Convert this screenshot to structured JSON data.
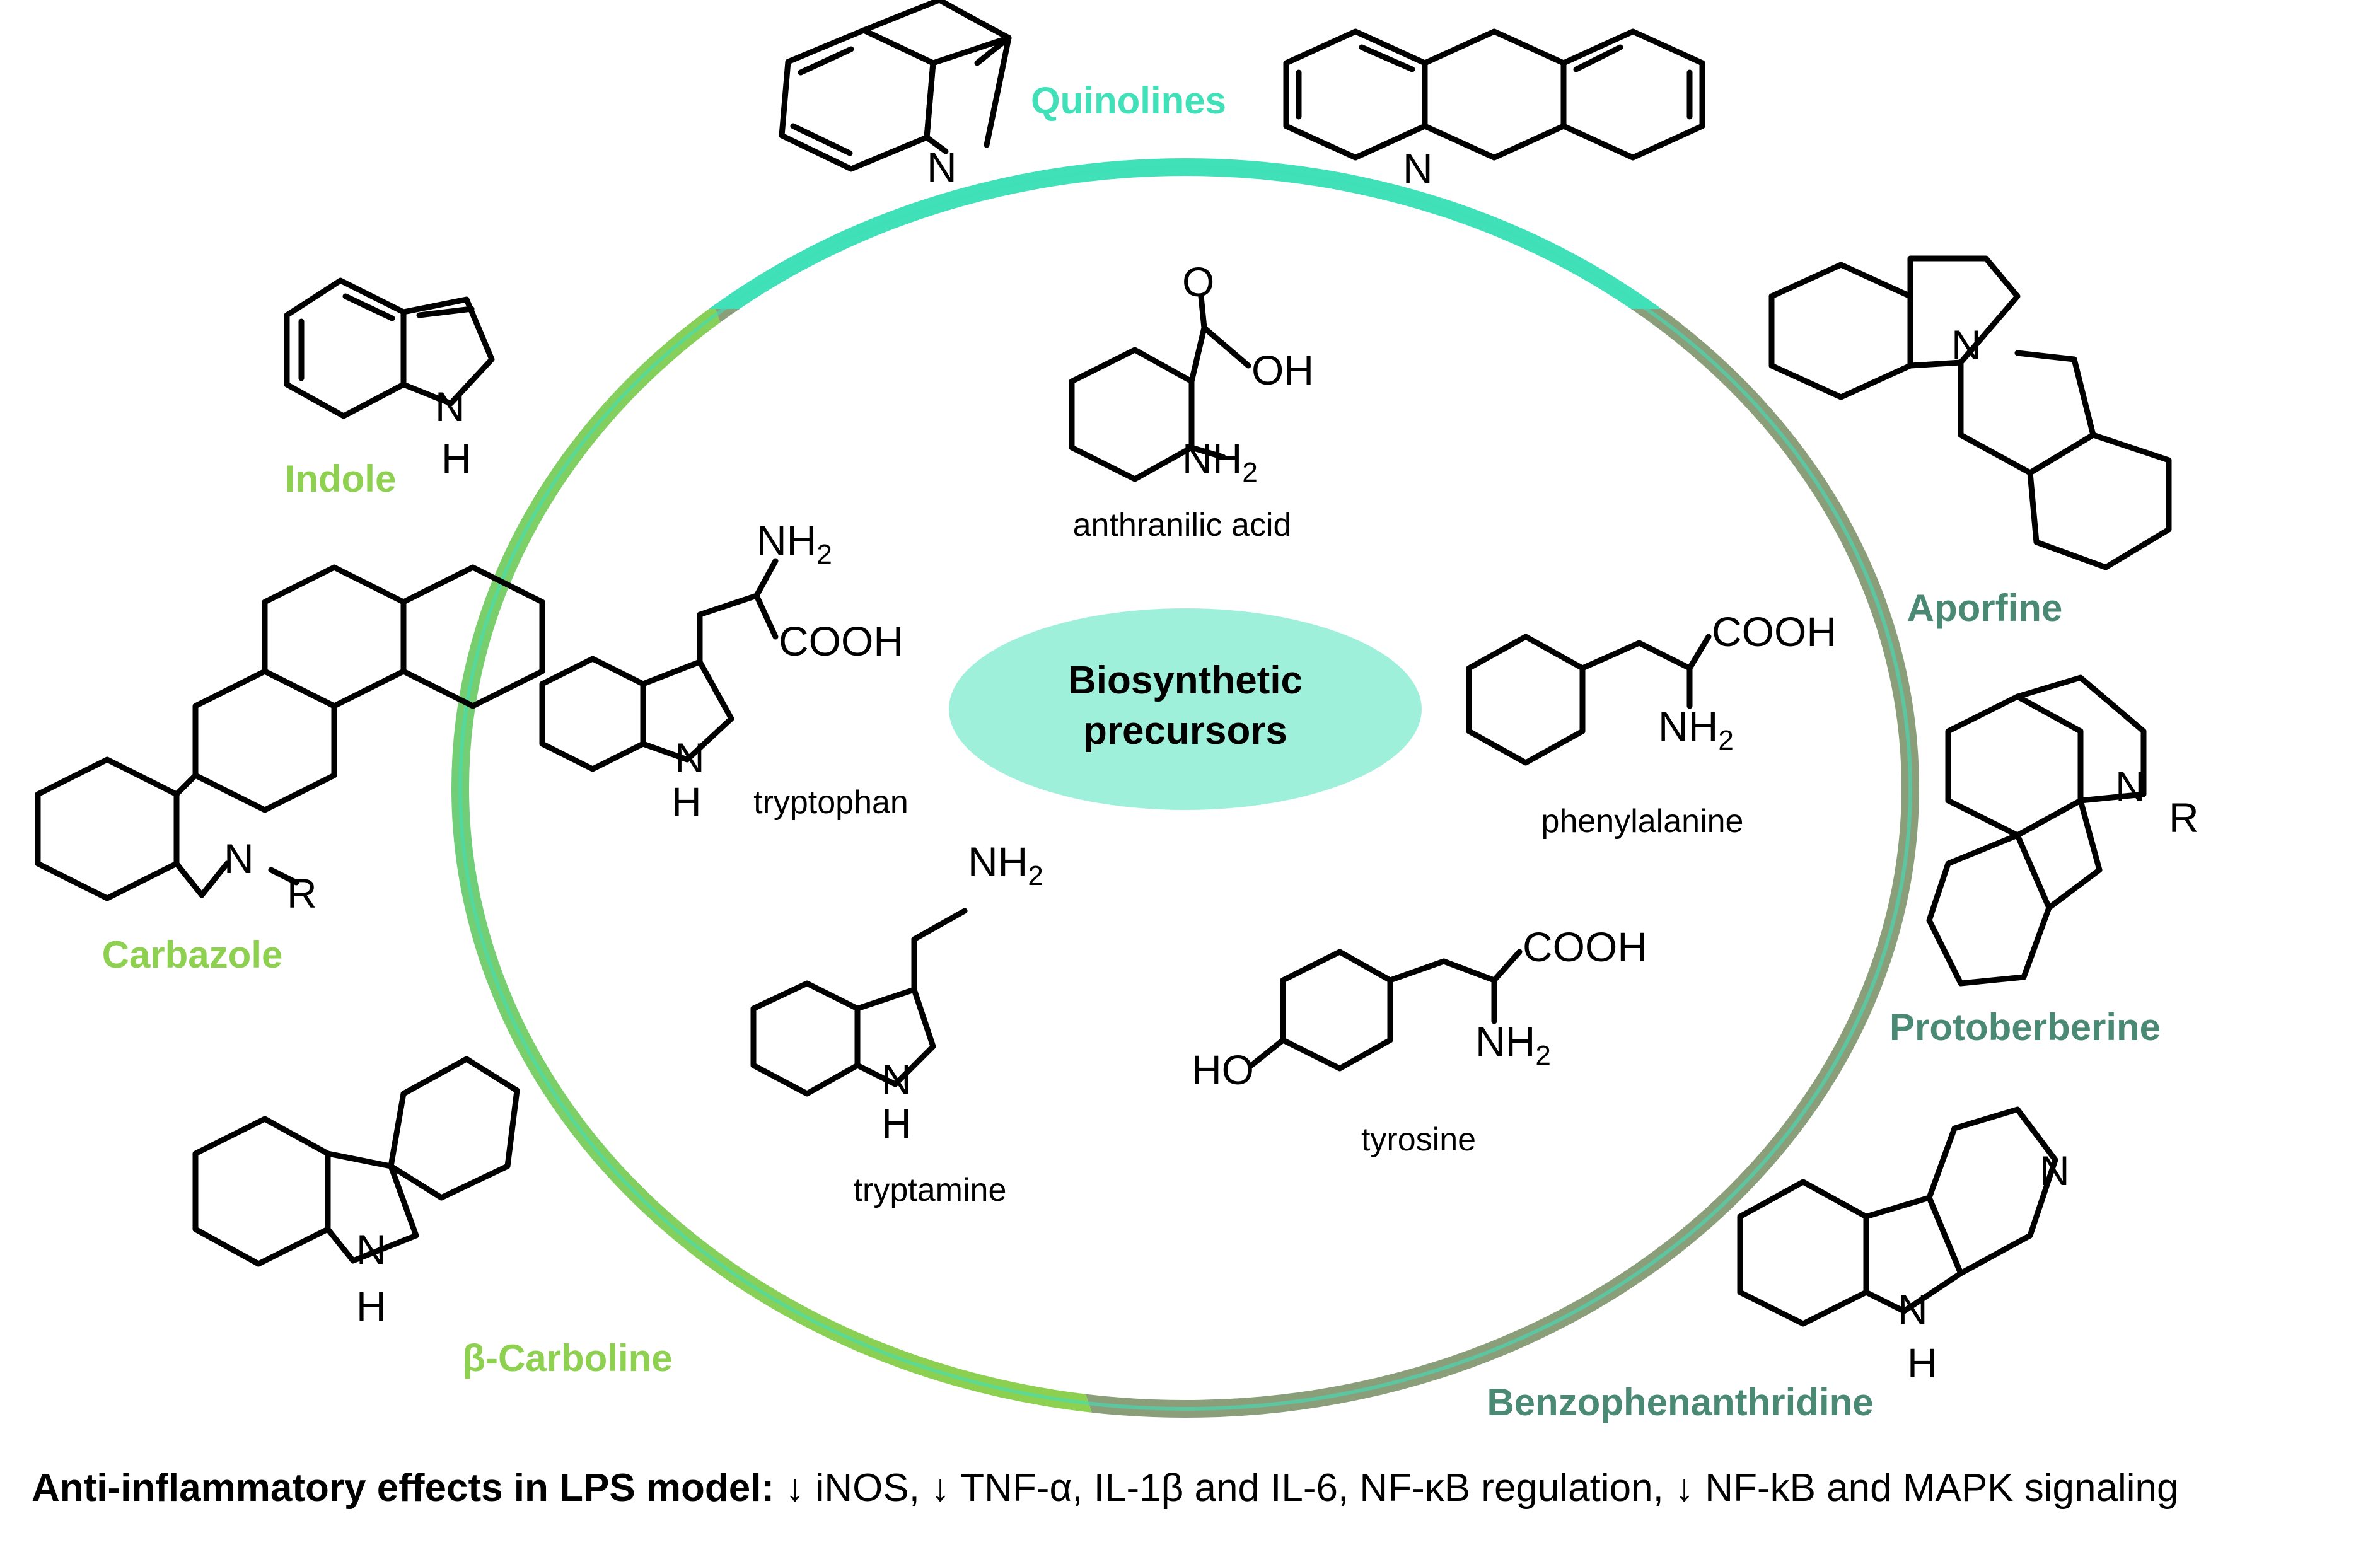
{
  "center": {
    "line1": "Biosynthetic",
    "line2": "precursors",
    "fill": "#9ff0da"
  },
  "ring_colors": {
    "teal": "#40e0b8",
    "green": "#8ed04f",
    "greygreen": "#8a9e7a"
  },
  "class_colors": {
    "teal": "#40e0b8",
    "green": "#8ed04f",
    "dark": "#4a8a74"
  },
  "classes": {
    "quinolines": "Quinolines",
    "indole": "Indole",
    "carbazole": "Carbazole",
    "beta_carboline": "β-Carboline",
    "aporfine": "Aporfine",
    "protoberberine": "Protoberberine",
    "benzophenanthridine": "Benzophenanthridine"
  },
  "precursors": {
    "anthranilic_acid": "anthranilic acid",
    "tryptophan": "tryptophan",
    "phenylalanine": "phenylalanine",
    "tryptamine": "tryptamine",
    "tyrosine": "tyrosine"
  },
  "atoms": {
    "N": "N",
    "H": "H",
    "O": "O",
    "OH": "OH",
    "HO": "HO",
    "NH": "NH",
    "two": "2",
    "COOH": "COOH",
    "R": "R"
  },
  "footer": {
    "bold": "Anti-inflammatory effects in LPS model:",
    "rest": " ↓ iNOS, ↓ TNF-α, IL-1β and IL-6, NF-κB regulation, ↓ NF-kB and MAPK signaling"
  }
}
